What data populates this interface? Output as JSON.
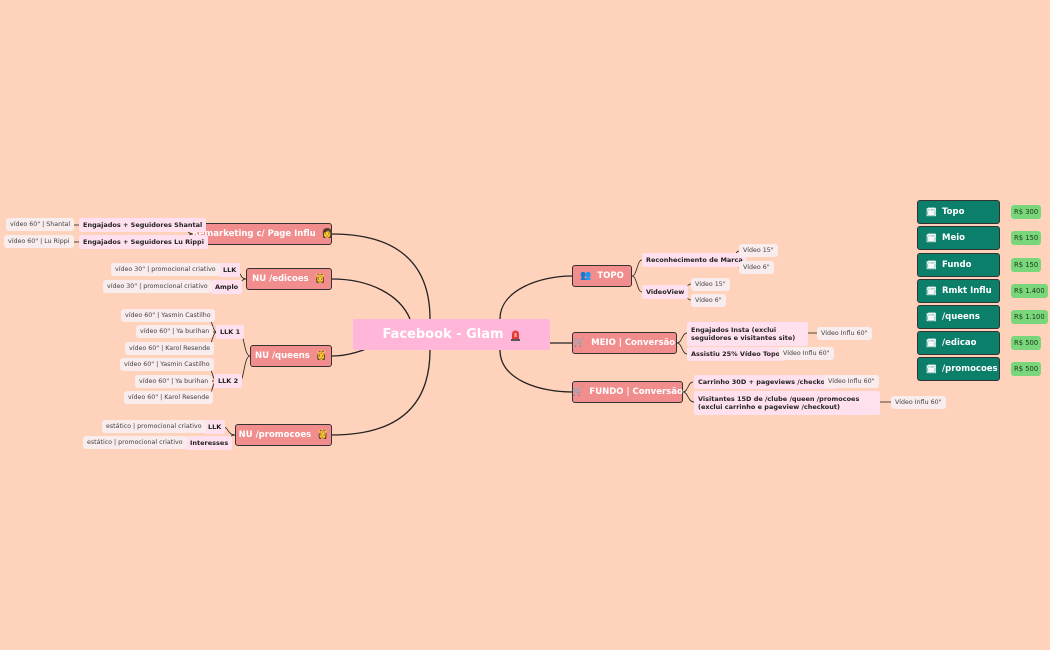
{
  "root": {
    "label": "Facebook - Glam",
    "icon": "siren-icon"
  },
  "left": {
    "remarketing": {
      "label": "Remarketing c/ Page Influ",
      "icon": "person-icon",
      "subs": [
        {
          "label": "Engajados + Seguidores Shantal",
          "leaf": "vídeo 60\" | Shantal"
        },
        {
          "label": "Engajados + Seguidores Lu Rippi",
          "leaf": "vídeo 60\" | Lu Rippi"
        }
      ]
    },
    "edicoes": {
      "label": "NU /edicoes",
      "icon": "person-icon",
      "subs": [
        {
          "label": "LLK",
          "leaf": "vídeo 30\" | promocional criativo"
        },
        {
          "label": "Amplo",
          "leaf": "vídeo 30\" | promocional criativo"
        }
      ]
    },
    "queens": {
      "label": "NU /queens",
      "icon": "person-icon",
      "subs": [
        {
          "label": "LLK 1",
          "leaves": [
            "vídeo 60\" | Yasmin Castilho",
            "vídeo 60\" | Ya burihan",
            "vídeo 60\" | Karol Resende"
          ]
        },
        {
          "label": "LLK 2",
          "leaves": [
            "vídeo 60\" | Yasmin Castilho",
            "vídeo 60\" | Ya burihan",
            "vídeo 60\" | Karol Resende"
          ]
        }
      ]
    },
    "promocoes": {
      "label": "NU /promocoes",
      "icon": "person-icon",
      "subs": [
        {
          "label": "LLK",
          "leaf": "estático | promocional criativo"
        },
        {
          "label": "Interesses",
          "leaf": "estático | promocional criativo"
        }
      ]
    }
  },
  "right": {
    "topo": {
      "label": "TOPO",
      "icon": "people-icon",
      "subs": [
        {
          "label": "Reconhecimento de Marca",
          "leaves": [
            "Vídeo 15\"",
            "Vídeo 6\""
          ]
        },
        {
          "label": "VideoView",
          "leaves": [
            "Vídeo 15\"",
            "Vídeo 6\""
          ]
        }
      ]
    },
    "meio": {
      "label": "MEIO | Conversão",
      "icon": "cart-icon",
      "subs": [
        {
          "label": "Engajados Insta (exclui seguidores e visitantes site)",
          "leaf": "Vídeo Influ 60\""
        },
        {
          "label": "Assistiu 25% Vídeo Topo",
          "leaf": "Vídeo Influ 60\""
        }
      ]
    },
    "fundo": {
      "label": "FUNDO | Conversão",
      "icon": "cart-icon",
      "subs": [
        {
          "label": "Carrinho 30D + pageviews /checkout",
          "leaf": "Vídeo Influ 60\""
        },
        {
          "label": "Visitantes 15D de /clube /queen /promocoes (exclui carrinho e pageview /checkout)",
          "leaf": "Vídeo Influ 60\""
        }
      ]
    }
  },
  "legend": [
    {
      "label": "Topo",
      "price": "R$ 300"
    },
    {
      "label": "Meio",
      "price": "R$ 150"
    },
    {
      "label": "Fundo",
      "price": "R$ 150"
    },
    {
      "label": "Rmkt Influ",
      "price": "R$ 1.400"
    },
    {
      "label": "/queens",
      "price": "R$ 1.100"
    },
    {
      "label": "/edicao",
      "price": "R$ 500"
    },
    {
      "label": "/promocoes",
      "price": "R$ 500"
    }
  ],
  "colors": {
    "background": "#ffd2bc",
    "root": "#ffb6d8",
    "main": "#f28d8d",
    "sub": "#ffe0ee",
    "legend": "#0c7f6b",
    "price": "#79d67b"
  }
}
